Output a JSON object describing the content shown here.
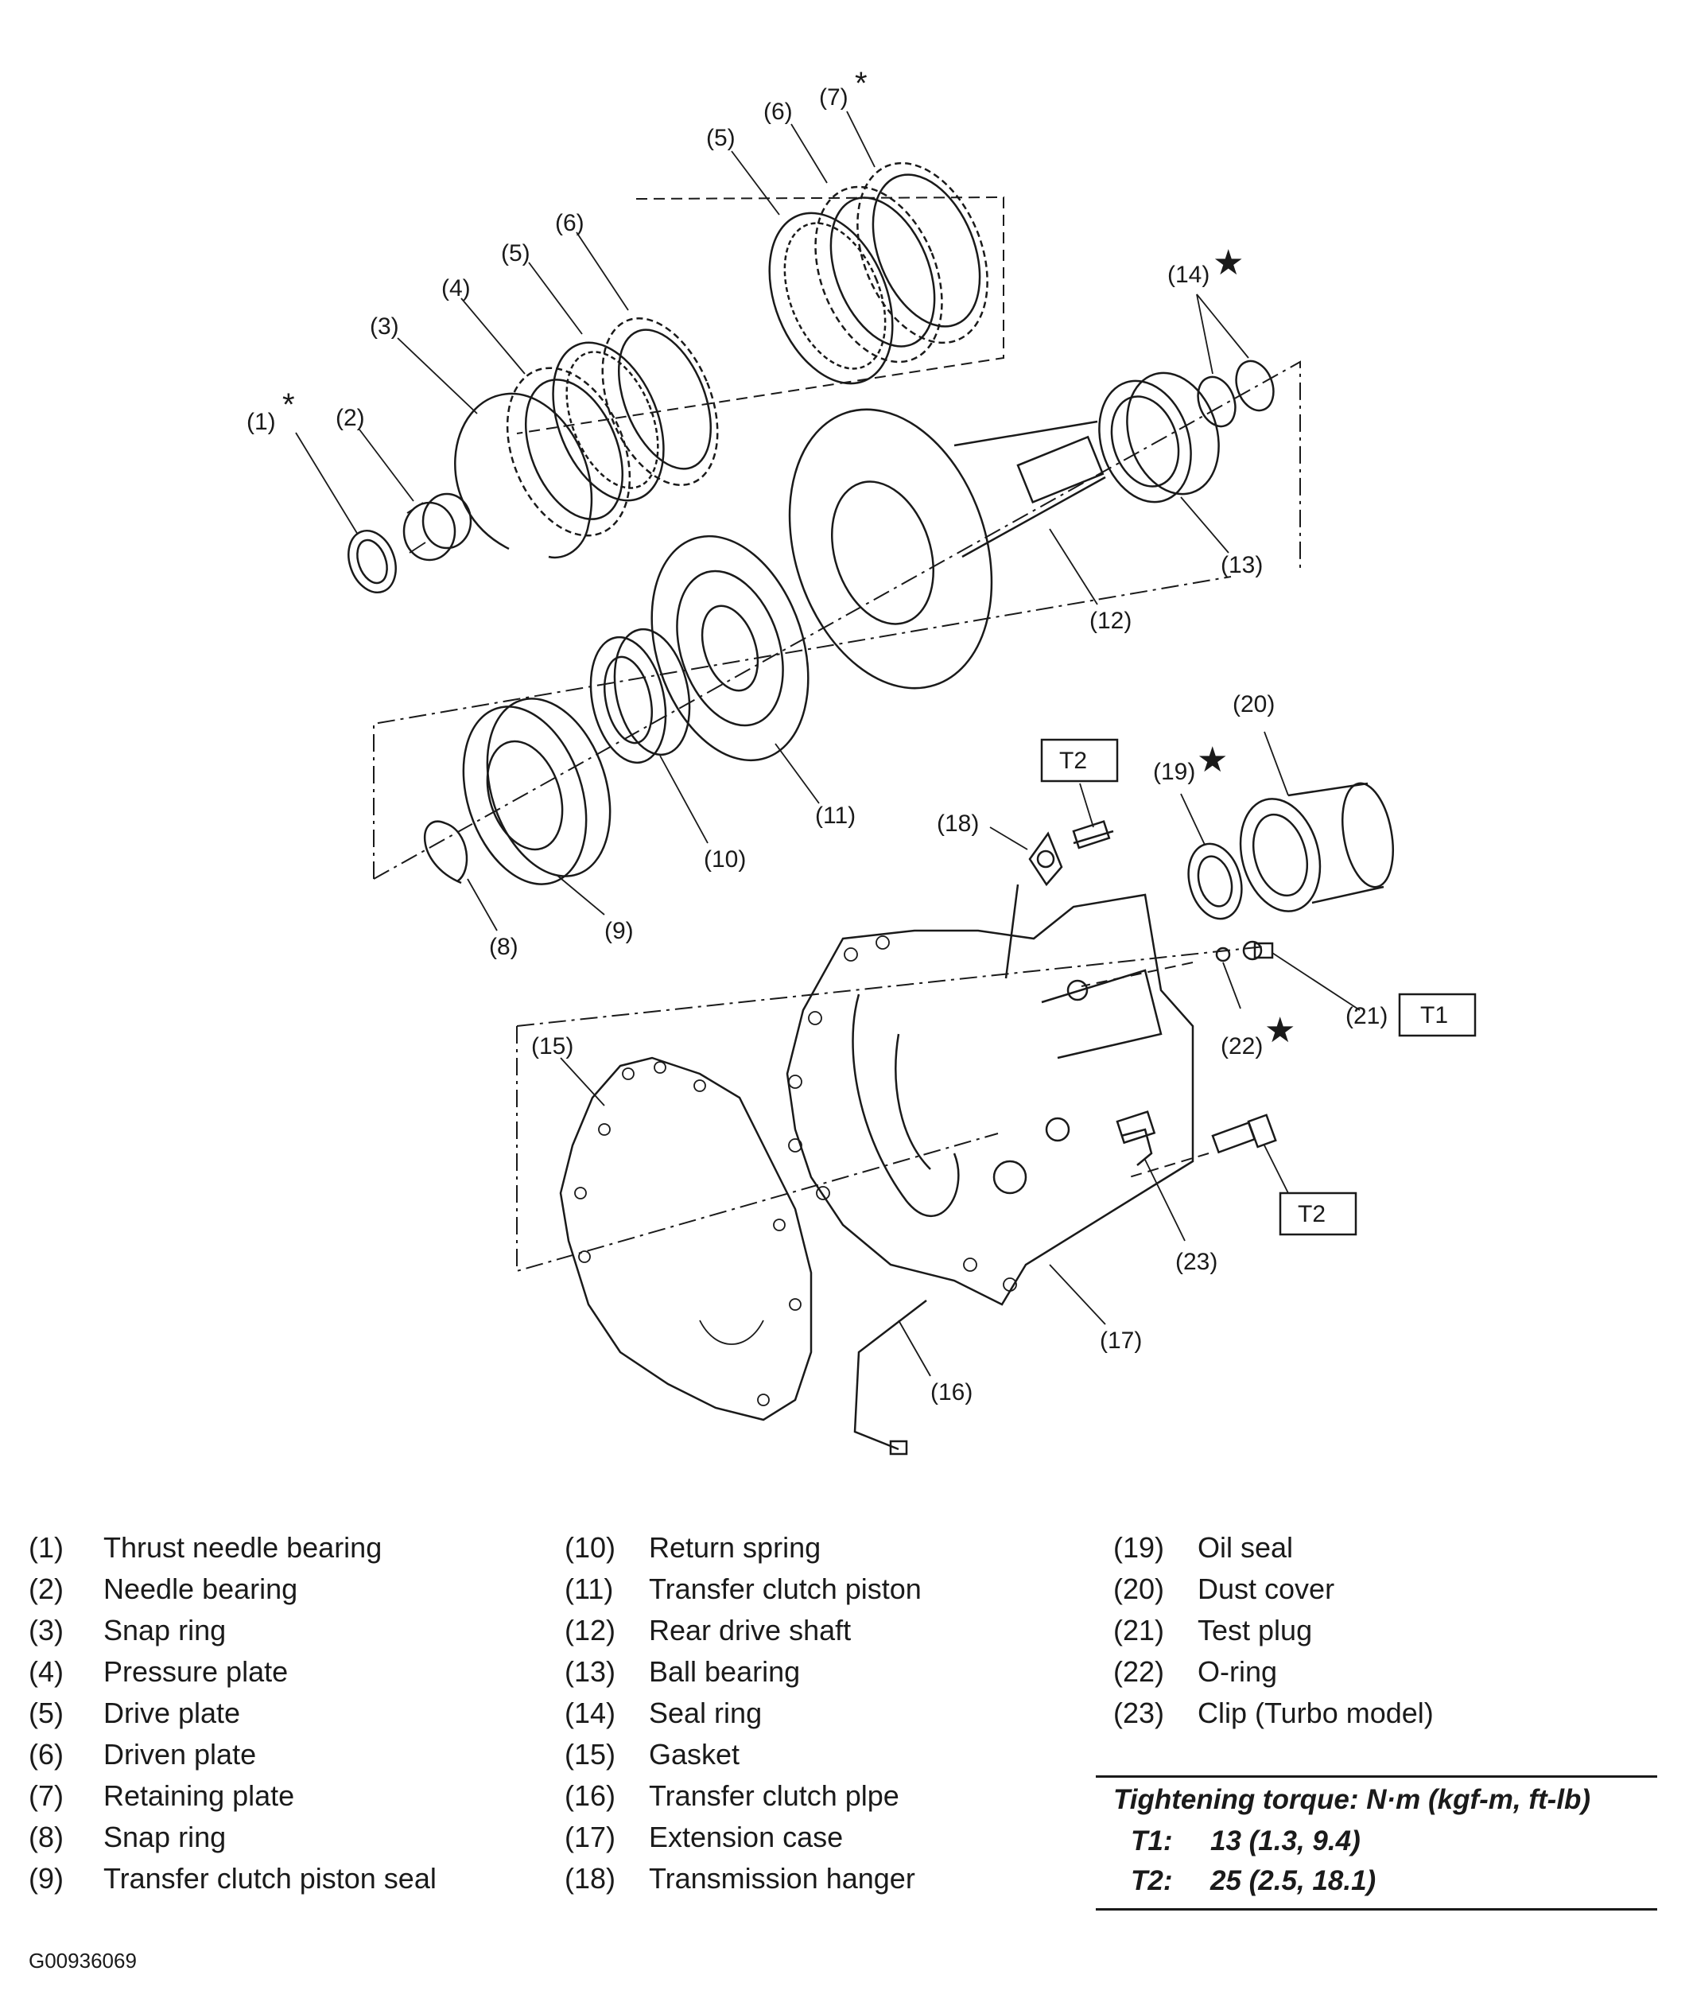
{
  "callouts": {
    "c1": "(1)",
    "c2": "(2)",
    "c3": "(3)",
    "c4": "(4)",
    "c5a": "(5)",
    "c5b": "(5)",
    "c6a": "(6)",
    "c6b": "(6)",
    "c7": "(7)",
    "c8": "(8)",
    "c9": "(9)",
    "c10": "(10)",
    "c11": "(11)",
    "c12": "(12)",
    "c13": "(13)",
    "c14": "(14)",
    "c15": "(15)",
    "c16": "(16)",
    "c17": "(17)",
    "c18": "(18)",
    "c19": "(19)",
    "c20": "(20)",
    "c21": "(21)",
    "c22": "(22)",
    "c23": "(23)"
  },
  "markers": {
    "asterisk": "*",
    "star": "★"
  },
  "torque_tags": {
    "t1": "T1",
    "t2a": "T2",
    "t2b": "T2"
  },
  "legend": {
    "col1": [
      {
        "num": "(1)",
        "name": "Thrust needle bearing"
      },
      {
        "num": "(2)",
        "name": "Needle bearing"
      },
      {
        "num": "(3)",
        "name": "Snap ring"
      },
      {
        "num": "(4)",
        "name": "Pressure plate"
      },
      {
        "num": "(5)",
        "name": "Drive plate"
      },
      {
        "num": "(6)",
        "name": "Driven plate"
      },
      {
        "num": "(7)",
        "name": "Retaining plate"
      },
      {
        "num": "(8)",
        "name": "Snap ring"
      },
      {
        "num": "(9)",
        "name": "Transfer clutch piston seal"
      }
    ],
    "col2": [
      {
        "num": "(10)",
        "name": "Return spring"
      },
      {
        "num": "(11)",
        "name": "Transfer clutch piston"
      },
      {
        "num": "(12)",
        "name": "Rear drive shaft"
      },
      {
        "num": "(13)",
        "name": "Ball bearing"
      },
      {
        "num": "(14)",
        "name": "Seal ring"
      },
      {
        "num": "(15)",
        "name": "Gasket"
      },
      {
        "num": "(16)",
        "name": "Transfer clutch plpe"
      },
      {
        "num": "(17)",
        "name": "Extension case"
      },
      {
        "num": "(18)",
        "name": "Transmission hanger"
      }
    ],
    "col3": [
      {
        "num": "(19)",
        "name": "Oil seal"
      },
      {
        "num": "(20)",
        "name": "Dust cover"
      },
      {
        "num": "(21)",
        "name": "Test plug"
      },
      {
        "num": "(22)",
        "name": "O-ring"
      },
      {
        "num": "(23)",
        "name": "Clip (Turbo model)"
      }
    ]
  },
  "torque_table": {
    "heading": "Tightening torque: N·m (kgf-m, ft-lb)",
    "rows": [
      {
        "key": "T1:",
        "value": "13 (1.3, 9.4)"
      },
      {
        "key": "T2:",
        "value": "25 (2.5, 18.1)"
      }
    ]
  },
  "figure_code": "G00936069"
}
